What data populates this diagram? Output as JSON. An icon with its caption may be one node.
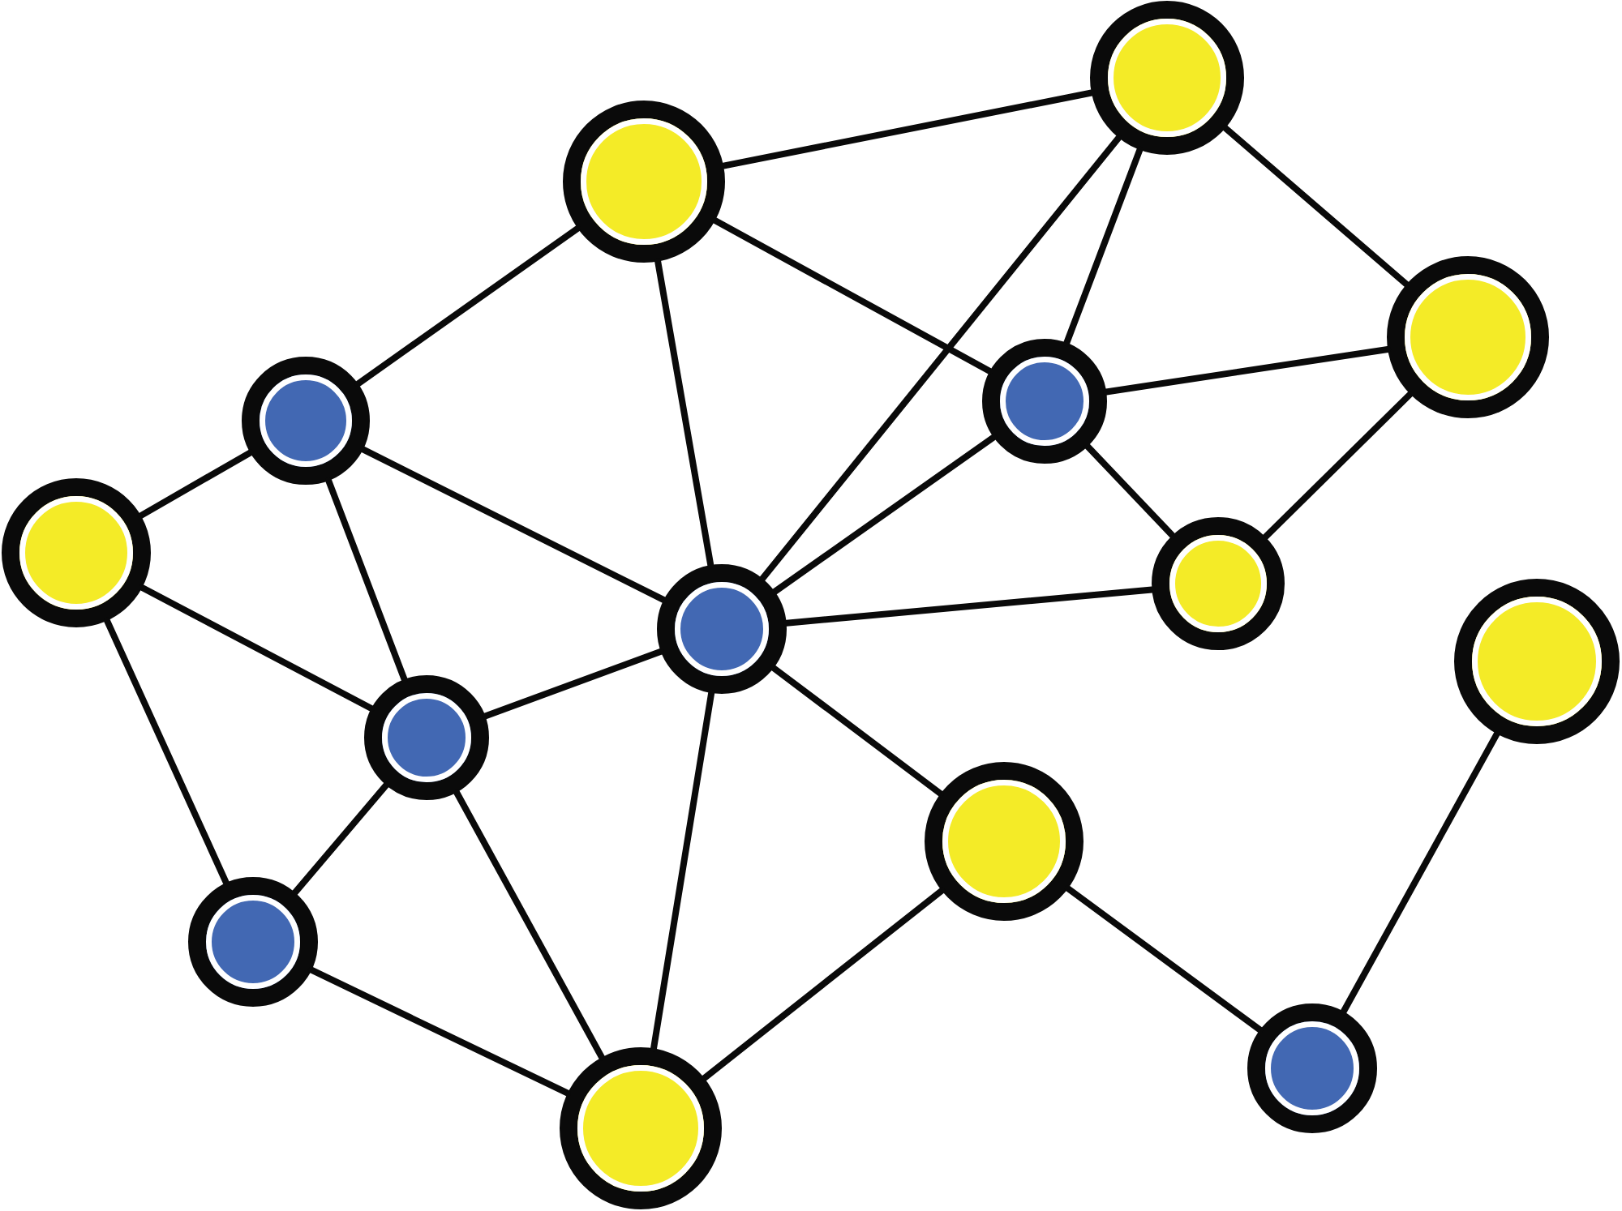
{
  "diagram": {
    "nodes": [
      {
        "text": [],
        "shape": "circle"
      },
      {
        "text": [],
        "shape": "circle"
      },
      {
        "text": [],
        "shape": "circle"
      },
      {
        "text": [],
        "shape": "circle"
      },
      {
        "text": [],
        "shape": "circle"
      },
      {
        "text": [],
        "shape": "circle"
      },
      {
        "text": [],
        "shape": "circle"
      },
      {
        "text": [],
        "shape": "circle"
      },
      {
        "text": [],
        "shape": "circle"
      },
      {
        "text": [],
        "shape": "circle"
      },
      {
        "text": [],
        "shape": "circle"
      },
      {
        "text": [],
        "shape": "circle"
      },
      {
        "text": [],
        "shape": "circle"
      },
      {
        "text": [],
        "shape": "circle"
      }
    ],
    "edges": [
      {
        "from": 1,
        "to": 0,
        "arrow": "none"
      },
      {
        "from": 1,
        "to": 4,
        "arrow": "none"
      },
      {
        "from": 1,
        "to": 7,
        "arrow": "none"
      },
      {
        "from": 1,
        "to": 3,
        "arrow": "none"
      },
      {
        "from": 0,
        "to": 3,
        "arrow": "none"
      },
      {
        "from": 0,
        "to": 2,
        "arrow": "none"
      },
      {
        "from": 0,
        "to": 7,
        "arrow": "none"
      },
      {
        "from": 3,
        "to": 2,
        "arrow": "none"
      },
      {
        "from": 3,
        "to": 7,
        "arrow": "none"
      },
      {
        "from": 3,
        "to": 6,
        "arrow": "none"
      },
      {
        "from": 2,
        "to": 6,
        "arrow": "none"
      },
      {
        "from": 4,
        "to": 5,
        "arrow": "none"
      },
      {
        "from": 4,
        "to": 7,
        "arrow": "none"
      },
      {
        "from": 4,
        "to": 9,
        "arrow": "none"
      },
      {
        "from": 5,
        "to": 9,
        "arrow": "none"
      },
      {
        "from": 5,
        "to": 11,
        "arrow": "none"
      },
      {
        "from": 9,
        "to": 7,
        "arrow": "none"
      },
      {
        "from": 9,
        "to": 11,
        "arrow": "none"
      },
      {
        "from": 9,
        "to": 13,
        "arrow": "none"
      },
      {
        "from": 7,
        "to": 6,
        "arrow": "none"
      },
      {
        "from": 7,
        "to": 10,
        "arrow": "none"
      },
      {
        "from": 7,
        "to": 13,
        "arrow": "none"
      },
      {
        "from": 11,
        "to": 13,
        "arrow": "none"
      },
      {
        "from": 13,
        "to": 10,
        "arrow": "none"
      },
      {
        "from": 10,
        "to": 12,
        "arrow": "none"
      },
      {
        "from": 12,
        "to": 8,
        "arrow": "none"
      }
    ]
  }
}
